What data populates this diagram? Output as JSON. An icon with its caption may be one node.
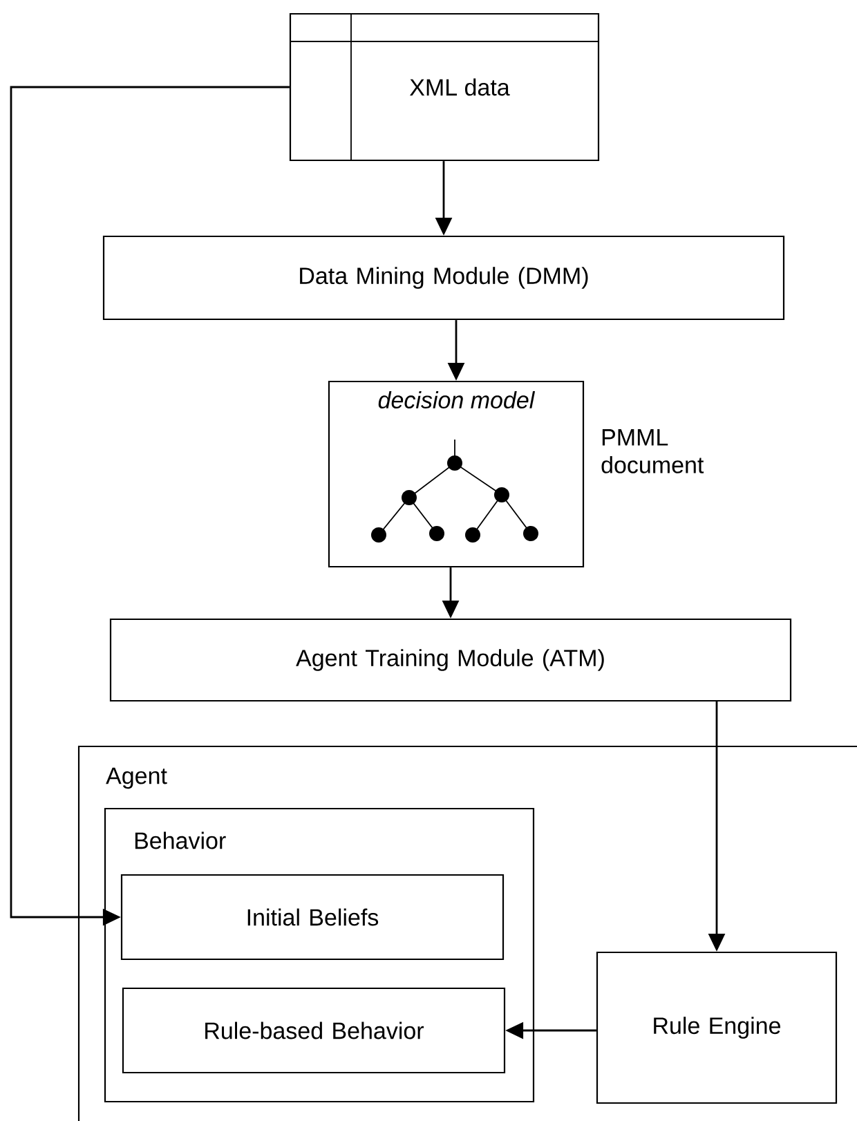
{
  "diagram": {
    "nodes": [
      {
        "text": [
          "XML data"
        ]
      },
      {
        "text": [
          "Data Mining Module (DMM)"
        ]
      },
      {
        "text": [
          "decision model"
        ],
        "beside": [
          "PMML document"
        ]
      },
      {
        "text": [
          "Agent Training Module (ATM)"
        ]
      },
      {
        "text": [
          "Agent"
        ]
      },
      {
        "text": [
          "Behavior"
        ],
        "in": 4
      },
      {
        "text": [
          "Initial Beliefs"
        ],
        "in": 5
      },
      {
        "text": [
          "Rule-based Behavior"
        ],
        "in": 5
      },
      {
        "text": [
          "Rule Engine"
        ],
        "in": 4
      }
    ],
    "edges": [
      {
        "from": 0,
        "to": 1,
        "arrow": "to"
      },
      {
        "from": 1,
        "to": 2,
        "arrow": "to"
      },
      {
        "from": 2,
        "to": 3,
        "arrow": "to"
      },
      {
        "from": 0,
        "to": 6,
        "arrow": "to"
      },
      {
        "from": 3,
        "to": 8,
        "arrow": "to"
      },
      {
        "from": 8,
        "to": 7,
        "arrow": "to"
      }
    ]
  }
}
